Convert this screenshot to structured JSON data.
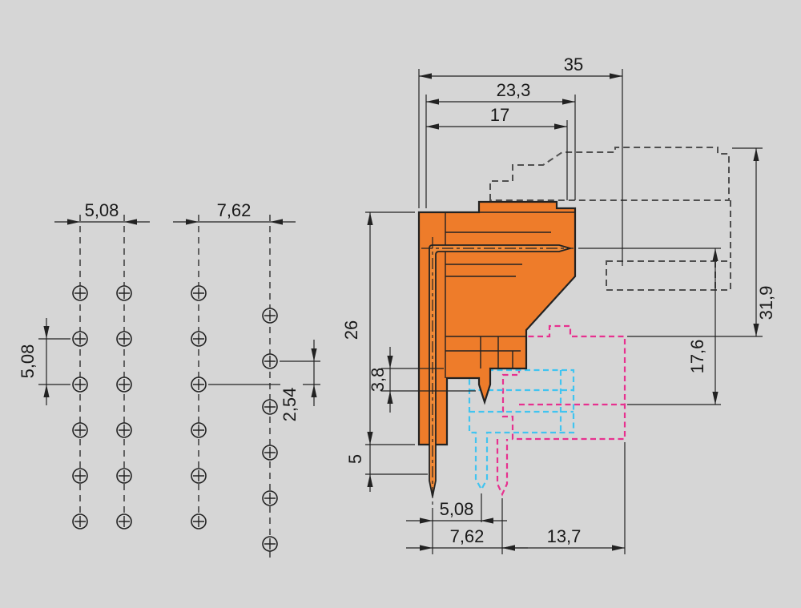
{
  "colors": {
    "background": "#d6d6d6",
    "line": "#222222",
    "housing_orange": "#ee7c2a",
    "pin_orange": "#f08a38",
    "counterpart_magenta": "#e7318f",
    "counterpart_cyan": "#41c4f0",
    "ghost_gray": "#4f4f4f"
  },
  "footprint": {
    "pitch_horizontal_a": "5,08",
    "pitch_horizontal_b": "7,62",
    "pitch_vertical": "5,08",
    "row_offset": "2,54"
  },
  "side_view": {
    "width_total": "35",
    "width_housing": "23,3",
    "width_front": "17",
    "height_housing": "26",
    "clearance": "3,8",
    "pin_length": "5",
    "height_overall": "31,9",
    "height_counterpart": "17,6",
    "pitch_bottom_a": "5,08",
    "pitch_bottom_b": "7,62",
    "counterpart_width": "13,7"
  }
}
